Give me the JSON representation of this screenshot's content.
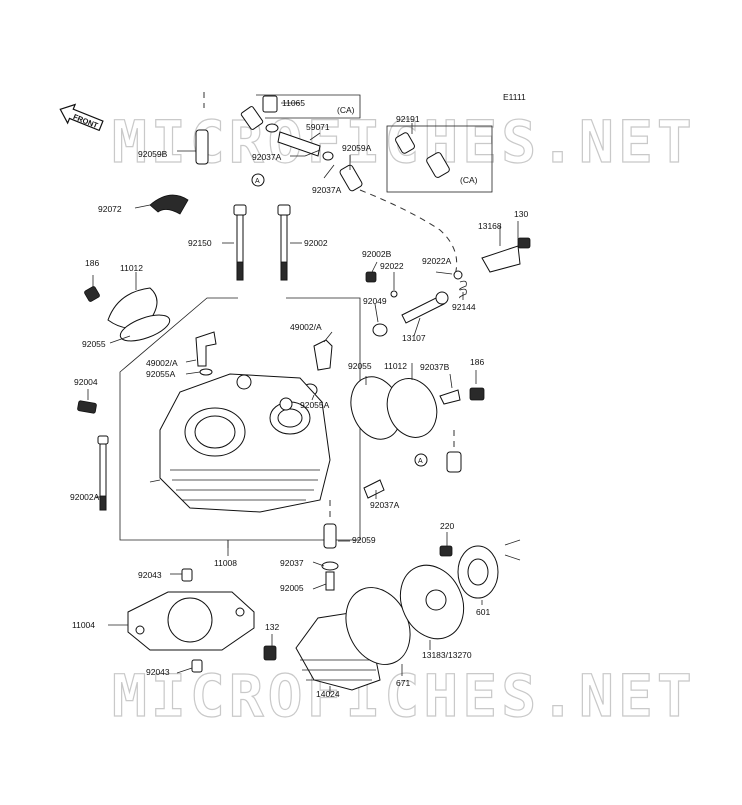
{
  "diagram_code": "E1111",
  "front_label": "FRONT",
  "watermark": "MICROFICHES.NET",
  "ref_letter": "A",
  "ca_label": "(CA)",
  "parts": [
    {
      "id": "p11065",
      "label": "11065"
    },
    {
      "id": "p59071",
      "label": "59071"
    },
    {
      "id": "p92059b",
      "label": "92059B"
    },
    {
      "id": "p92037a_1",
      "label": "92037A"
    },
    {
      "id": "p92059a",
      "label": "92059A"
    },
    {
      "id": "p92037a_2",
      "label": "92037A"
    },
    {
      "id": "p92191",
      "label": "92191"
    },
    {
      "id": "p92072",
      "label": "92072"
    },
    {
      "id": "p92150",
      "label": "92150"
    },
    {
      "id": "p92002",
      "label": "92002"
    },
    {
      "id": "p13168",
      "label": "13168"
    },
    {
      "id": "p130",
      "label": "130"
    },
    {
      "id": "p186_1",
      "label": "186"
    },
    {
      "id": "p11012_1",
      "label": "11012"
    },
    {
      "id": "p92002b",
      "label": "92002B"
    },
    {
      "id": "p92022",
      "label": "92022"
    },
    {
      "id": "p92022a",
      "label": "92022A"
    },
    {
      "id": "p92049",
      "label": "92049"
    },
    {
      "id": "p92144",
      "label": "92144"
    },
    {
      "id": "p92055_1",
      "label": "92055"
    },
    {
      "id": "p49002a_1",
      "label": "49002/A"
    },
    {
      "id": "p13107",
      "label": "13107"
    },
    {
      "id": "p49002a_2",
      "label": "49002/A"
    },
    {
      "id": "p92055a_1",
      "label": "92055A"
    },
    {
      "id": "p92055_2",
      "label": "92055"
    },
    {
      "id": "p11012_2",
      "label": "11012"
    },
    {
      "id": "p92037b",
      "label": "92037B"
    },
    {
      "id": "p186_2",
      "label": "186"
    },
    {
      "id": "p92004",
      "label": "92004"
    },
    {
      "id": "p92055a_2",
      "label": "92055A"
    },
    {
      "id": "p92037a_3",
      "label": "92037A"
    },
    {
      "id": "p92002a",
      "label": "92002A"
    },
    {
      "id": "p92059",
      "label": "92059"
    },
    {
      "id": "p11008",
      "label": "11008"
    },
    {
      "id": "p220",
      "label": "220"
    },
    {
      "id": "p92043_1",
      "label": "92043"
    },
    {
      "id": "p92037",
      "label": "92037"
    },
    {
      "id": "p92005",
      "label": "92005"
    },
    {
      "id": "p601",
      "label": "601"
    },
    {
      "id": "p11004",
      "label": "11004"
    },
    {
      "id": "p132",
      "label": "132"
    },
    {
      "id": "p13183",
      "label": "13183/13270"
    },
    {
      "id": "p92043_2",
      "label": "92043"
    },
    {
      "id": "p671",
      "label": "671"
    },
    {
      "id": "p14024",
      "label": "14024"
    }
  ]
}
